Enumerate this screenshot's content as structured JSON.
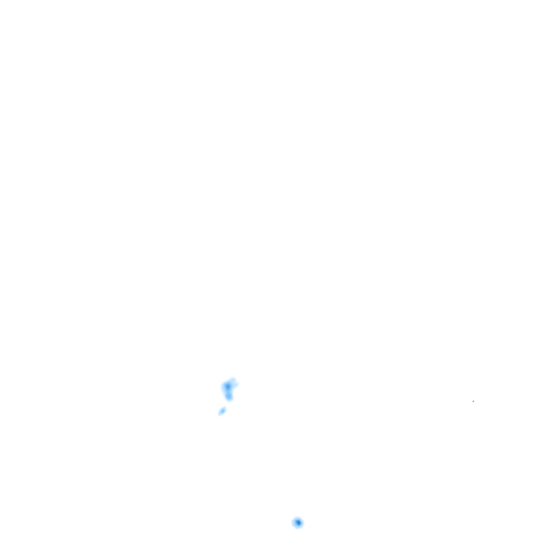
{
  "map": {
    "type": "radar-precipitation-tile",
    "background_color": "#ffffff",
    "palette": {
      "light": "#bfe3ff",
      "medium": "#7cc3ff",
      "strong": "#3a99e8",
      "intense": "#1e7fd6"
    },
    "echo_clusters": [
      {
        "name": "echo-cluster-center-west",
        "intensity": "medium"
      },
      {
        "name": "echo-cluster-small-west",
        "intensity": "light"
      },
      {
        "name": "echo-cluster-south",
        "intensity": "strong"
      },
      {
        "name": "echo-speck-east",
        "intensity": "medium"
      }
    ]
  }
}
